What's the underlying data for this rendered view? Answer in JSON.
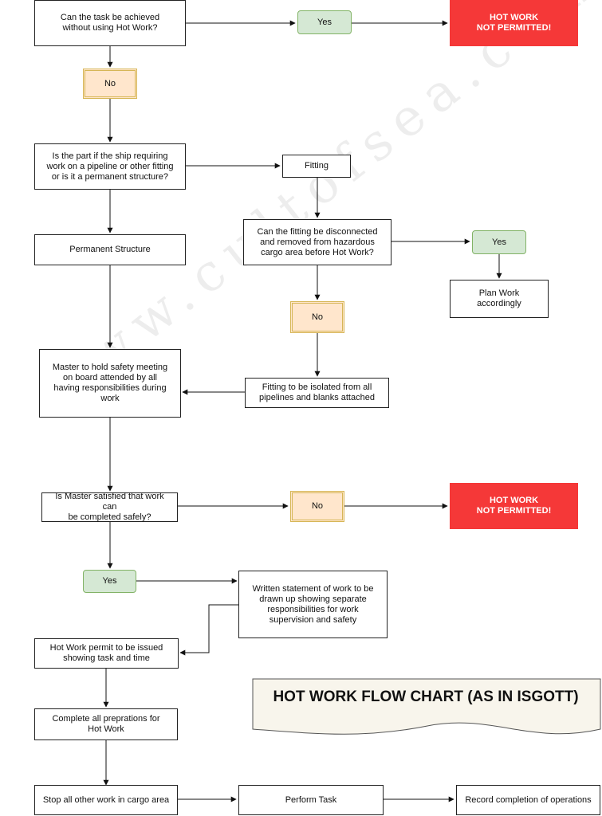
{
  "watermark": "www.cultofsea.com",
  "title": "HOT WORK FLOW CHART (AS IN ISGOTT)",
  "colors": {
    "yes_fill": "#d5e8d4",
    "no_fill": "#ffe6cc",
    "hot_fill": "#f53838",
    "title_fill": "#f8f5ec"
  },
  "nodes": {
    "q_avoid": "Can the task be achieved\nwithout using Hot Work?",
    "yes_1": "Yes",
    "hot_1": "HOT WORK\nNOT PERMITTED!",
    "no_1": "No",
    "q_part": "Is the part if the ship requiring\nwork on a pipeline or other fitting\nor is it a permanent structure?",
    "fitting": "Fitting",
    "permanent": "Permanent Structure",
    "q_fitting": "Can the fitting be disconnected\nand removed from hazardous\ncargo area before Hot Work?",
    "yes_2": "Yes",
    "plan_work": "Plan Work\naccordingly",
    "no_2": "No",
    "isolate": "Fitting to be isolated from all\npipelines and blanks attached",
    "meeting": "Master to hold safety meeting\non board attended by all\nhaving responsibilities during\nwork",
    "q_master": "Is Master satisfied that work can\nbe completed safely?",
    "no_3": "No",
    "hot_2": "HOT WORK\nNOT PERMITTED!",
    "yes_3": "Yes",
    "statement": "Written statement of work to be\ndrawn up showing separate\nresponsibilities for work\nsupervision and safety",
    "permit": "Hot Work permit to be issued\nshowing task and time",
    "preparations": "Complete all preprations for\nHot Work",
    "stop_work": "Stop all other work in cargo area",
    "perform": "Perform Task",
    "record": "Record completion of operations"
  }
}
